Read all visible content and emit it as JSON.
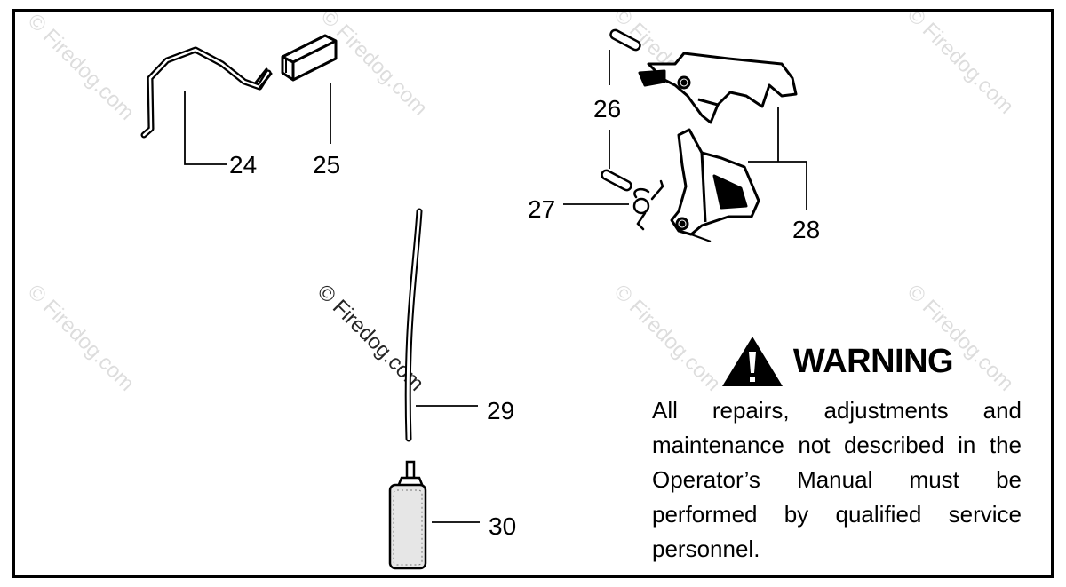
{
  "callouts": {
    "p24": "24",
    "p25": "25",
    "p26": "26",
    "p27": "27",
    "p28": "28",
    "p29": "29",
    "p30": "30"
  },
  "watermark": {
    "text": "© Firedog.com"
  },
  "warning": {
    "icon": "warning-triangle-icon",
    "title": "WARNING",
    "body": "All repairs, adjustments and maintenance not described in the Operator’s Manual must be performed by qualified service personnel."
  },
  "colors": {
    "ink": "#000000",
    "background": "#ffffff"
  }
}
